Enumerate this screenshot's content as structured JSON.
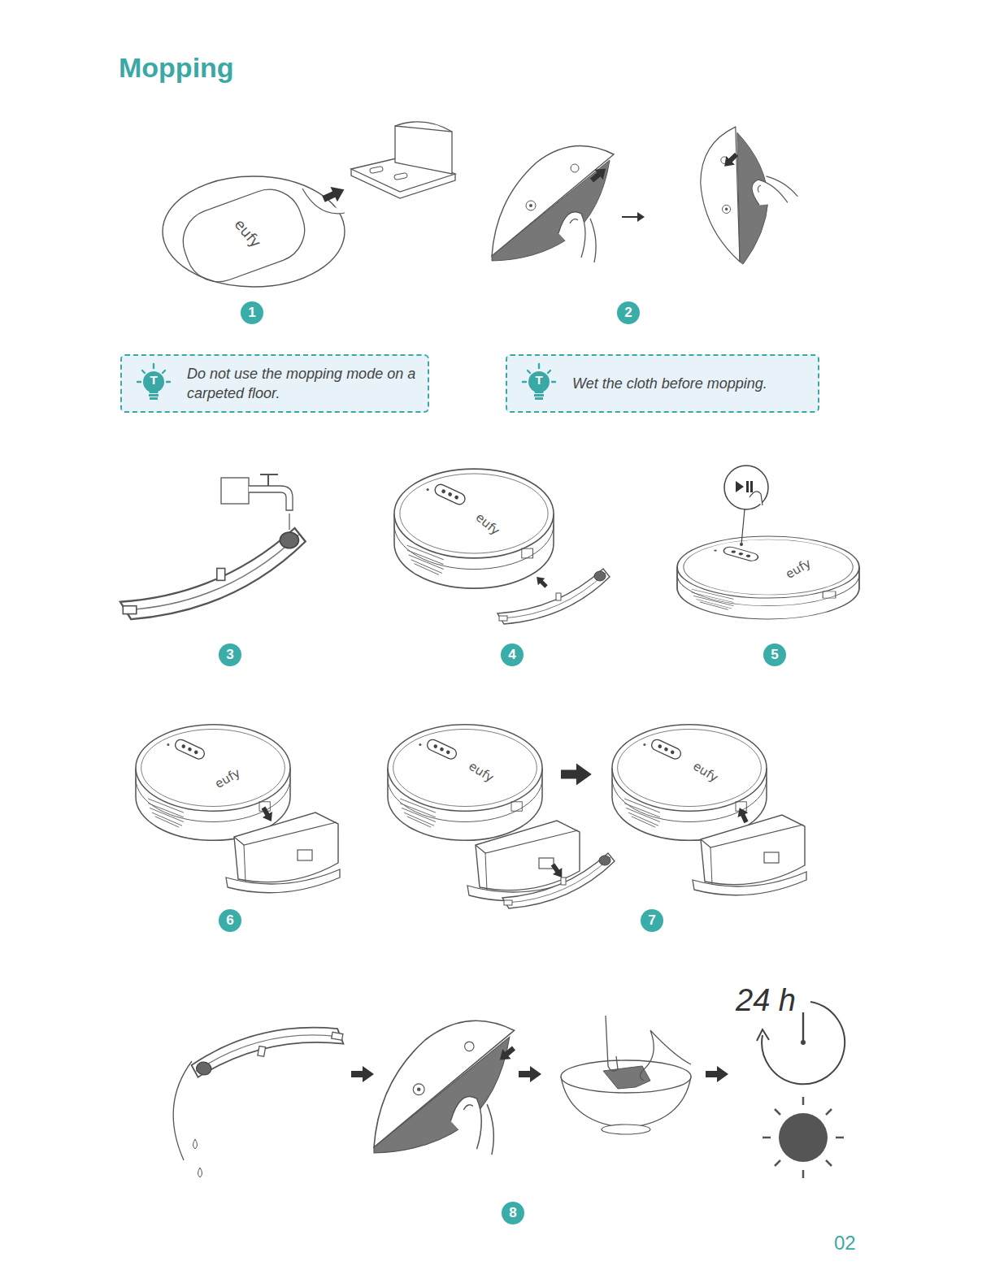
{
  "diagram": {
    "title": "Mopping",
    "nodes": [
      {
        "text": [
          "T",
          "Do not use the mopping mode on a carpeted floor."
        ]
      },
      {
        "text": [
          "T",
          "Wet the cloth before mopping."
        ]
      }
    ],
    "labels": [
      "1",
      "2",
      "3",
      "4",
      "5",
      "6",
      "7",
      "8",
      "eufy",
      "eufy",
      "eufy",
      "eufy",
      "eufy",
      "eufy",
      "24 h",
      "02"
    ]
  }
}
